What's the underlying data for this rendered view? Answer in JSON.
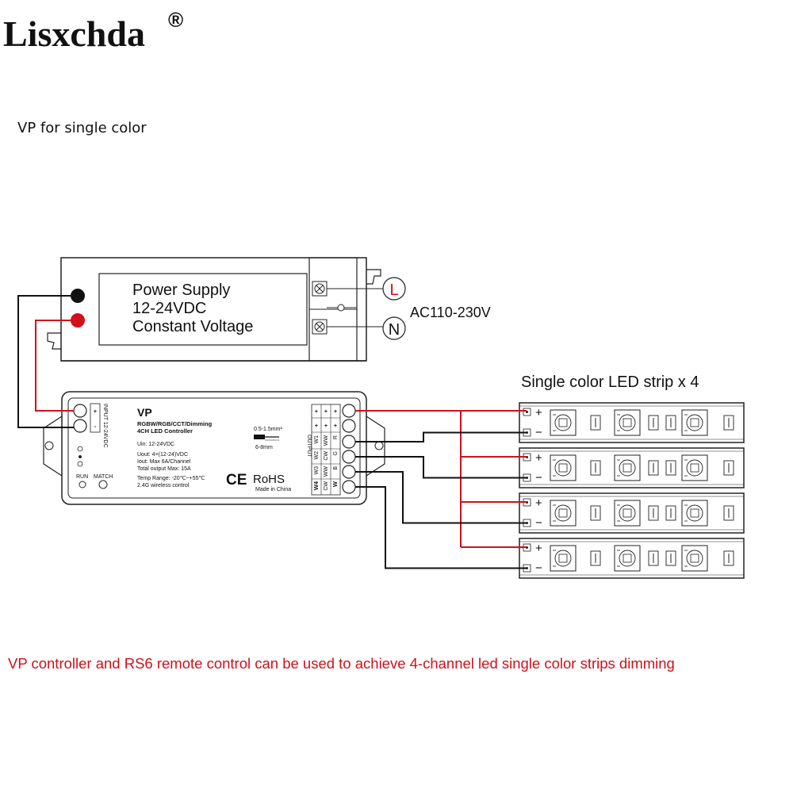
{
  "brand": {
    "name": "Lisxchda",
    "registered_mark": "®"
  },
  "heading": "VP for single color",
  "power_supply": {
    "lines": [
      "Power Supply",
      "12-24VDC",
      "Constant Voltage"
    ],
    "terminal_L": "L",
    "terminal_N": "N",
    "ac_label": "AC110-230V"
  },
  "controller": {
    "model": "VP",
    "subtitle_1": "RGBW/RGB/CCT/Dimming",
    "subtitle_2": "4CH LED Controller",
    "specs": [
      "Uin: 12-24VDC",
      "Uout: 4×(12-24)VDC",
      "Iout: Max 6A/Channel",
      "Total output Max: 15A",
      "Temp Range: -20℃~+55℃",
      "2.4G wireless control"
    ],
    "input_label": "INPUT 12-24VDC",
    "input_plus": "+",
    "input_minus": "-",
    "button_run": "RUN",
    "button_match": "MATCH",
    "ce_mark": "CE",
    "rohs": "RoHS",
    "made_in": "Made in China",
    "wire_gauge": "0.5-1.5mm²",
    "strip_length": "6-8mm",
    "output_label": "OUTPUT",
    "output_plus": "+",
    "output_columns": [
      [
        "W1",
        "W2",
        "W3",
        "W4"
      ],
      [
        "WW",
        "CW",
        "WW",
        "CW"
      ],
      [
        "R",
        "G",
        "B",
        "W"
      ]
    ]
  },
  "strips": {
    "title": "Single color LED strip x 4",
    "plus": "+",
    "minus": "−",
    "count": 4
  },
  "footer_caption": "VP controller and RS6 remote control can be used to achieve 4-channel led single color strips dimming",
  "colors": {
    "positive_wire": "#d0101b",
    "negative_wire": "#111111",
    "caption": "#d0101b"
  }
}
